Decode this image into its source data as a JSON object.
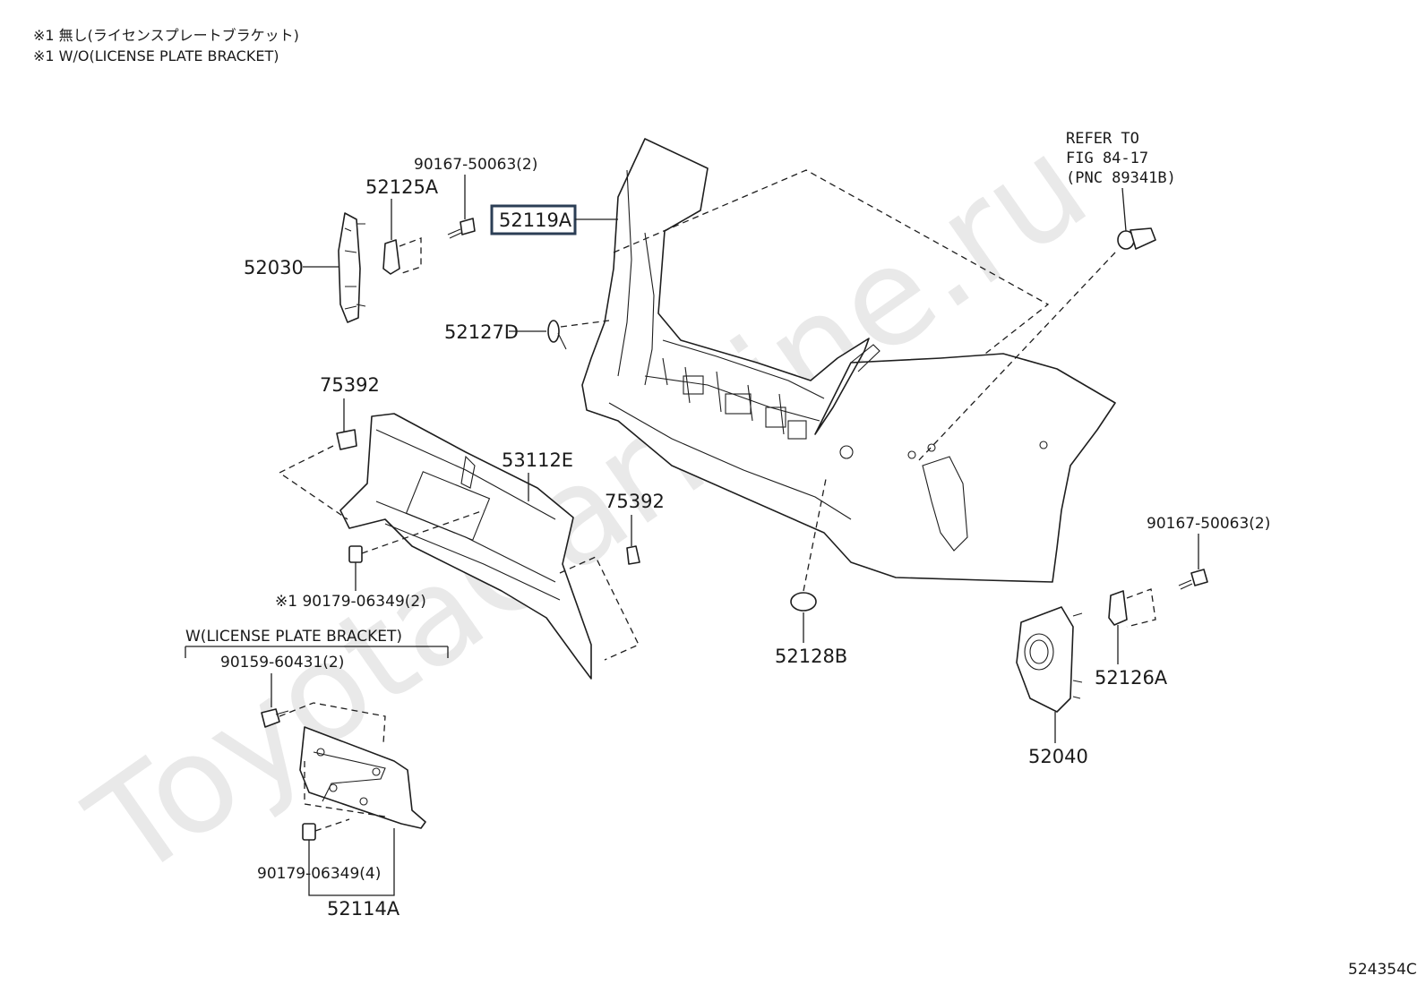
{
  "notes": {
    "line1": "※1 無し(ライセンスプレートブラケット)",
    "line2": "※1 W/O(LICENSE PLATE BRACKET)"
  },
  "watermark": "ToyotaCarMine.ru",
  "figure_id": "524354C",
  "refer": {
    "line1": "REFER TO",
    "line2": "FIG 84-17",
    "line3": "(PNC 89341B)"
  },
  "labels": {
    "p52119A": "52119A",
    "p90167_top": "90167-50063(2)",
    "p52125A": "52125A",
    "p52030": "52030",
    "p52127D": "52127D",
    "p75392_left": "75392",
    "p53112E": "53112E",
    "p75392_right": "75392",
    "p90179_top": "※1 90179-06349(2)",
    "bracket_group": "W(LICENSE PLATE BRACKET)",
    "p90159": "90159-60431(2)",
    "p90179_bottom": "90179-06349(4)",
    "p52114A": "52114A",
    "p52128B": "52128B",
    "p90167_right": "90167-50063(2)",
    "p52126A": "52126A",
    "p52040": "52040"
  },
  "colors": {
    "highlight_box": "#2b3e55",
    "line": "#1e1e1e",
    "watermark": "#e9e9e9"
  }
}
